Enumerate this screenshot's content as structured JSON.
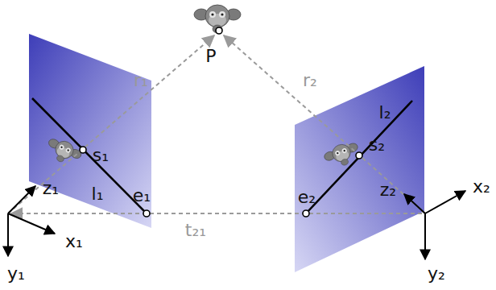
{
  "diagram": {
    "labels": [
      "P",
      "r₁",
      "r₂",
      "s₁",
      "s₂",
      "l₁",
      "l₂",
      "e₁",
      "e₂",
      "t₂₁",
      "z₁",
      "x₁",
      "y₁",
      "z₂",
      "x₂",
      "y₂"
    ]
  }
}
